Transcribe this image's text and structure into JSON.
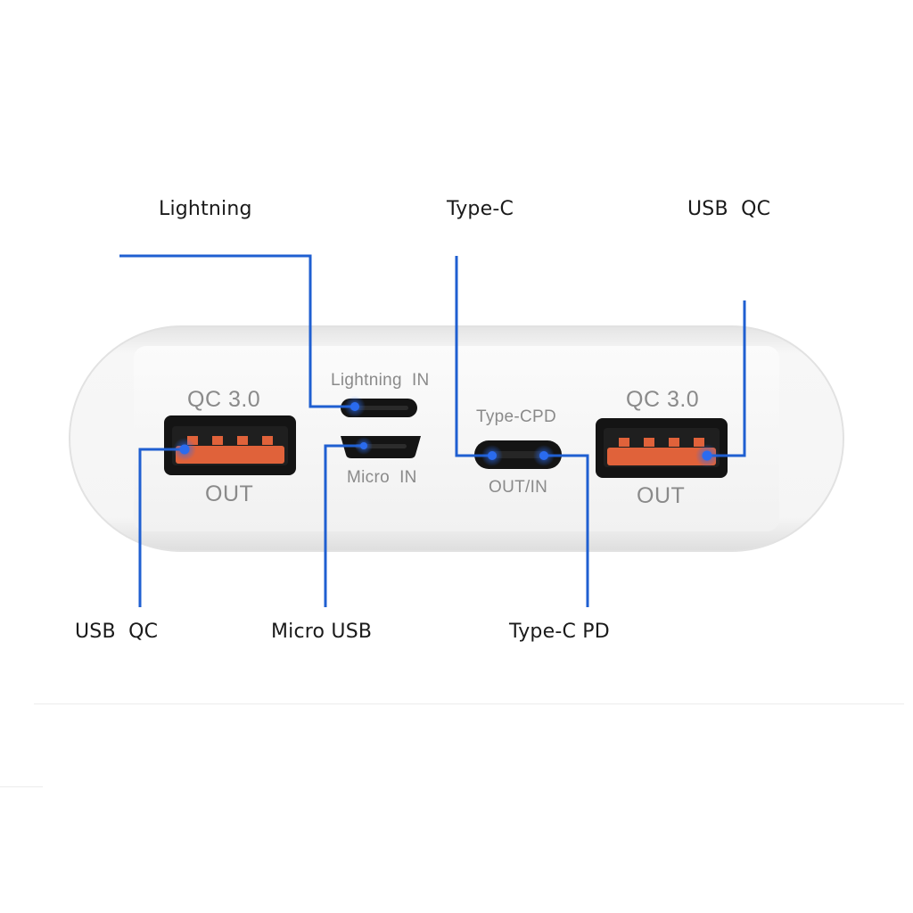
{
  "callouts": {
    "lightning": "Lightning",
    "type_c": "Type-C",
    "usb_qc_right": "USB  QC",
    "usb_qc_left": "USB  QC",
    "micro_usb": "Micro USB",
    "type_c_pd": "Type-C PD"
  },
  "device_print": {
    "left_port_top": "QC 3.0",
    "left_port_bottom": "OUT",
    "lightning_in": "Lightning  IN",
    "micro_in": "Micro  IN",
    "type_cpd": "Type-CPD",
    "out_in": "OUT/IN",
    "right_port_top": "QC 3.0",
    "right_port_bottom": "OUT"
  },
  "colors": {
    "leader_line": "#1f5fd1",
    "port_orange": "#e0623a",
    "device_body": "#f3f3f3"
  }
}
